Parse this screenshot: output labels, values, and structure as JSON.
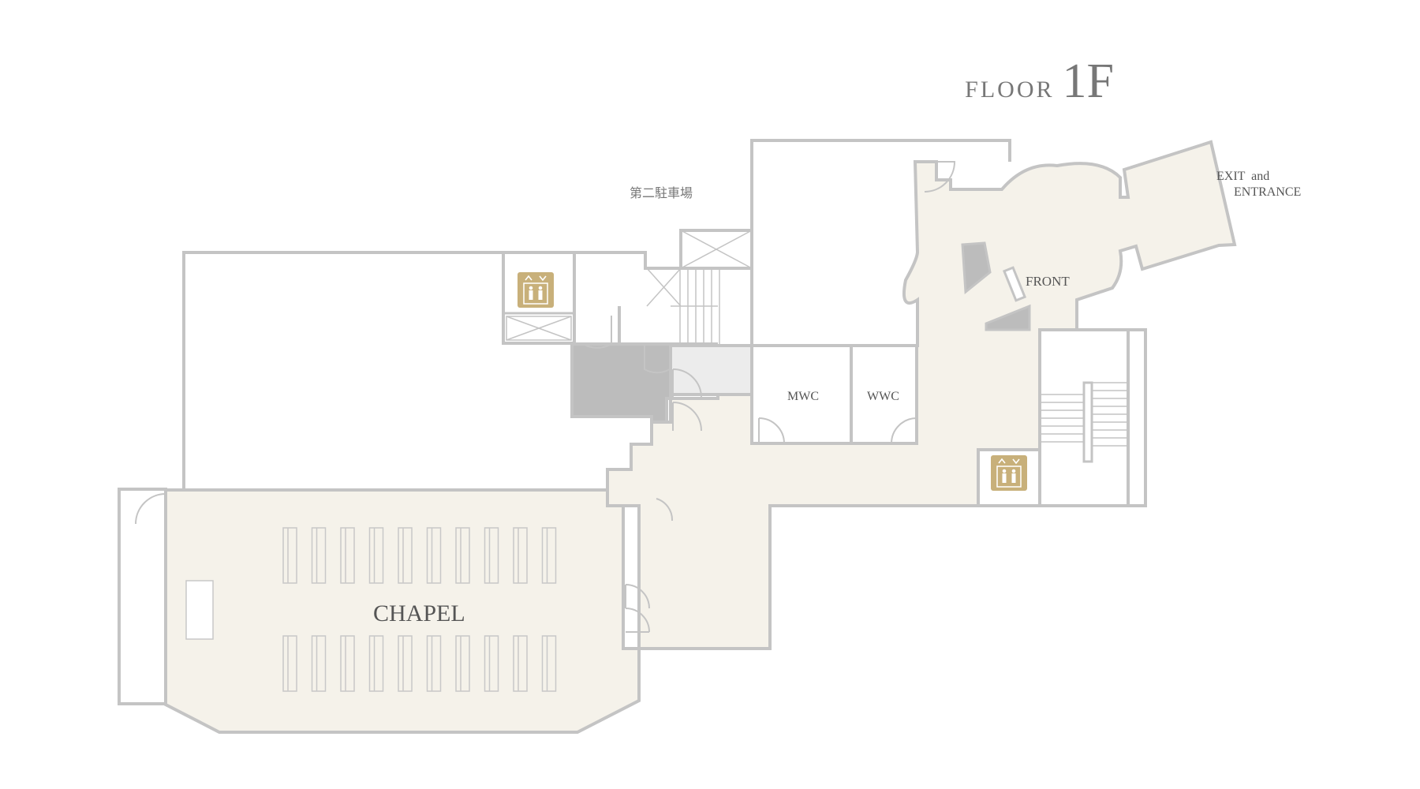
{
  "floor_label": {
    "word": "FLOOR",
    "number": "1F"
  },
  "labels": {
    "parking": "第二駐車場",
    "exit_line1": "EXIT  and",
    "exit_line2": "ENTRANCE",
    "front": "FRONT",
    "mwc": "MWC",
    "wwc": "WWC",
    "chapel": "CHAPEL"
  },
  "icons": {
    "elevator_upper": "elevator-icon",
    "elevator_lower": "elevator-icon"
  },
  "colors": {
    "wall": "#c4c4c4",
    "floor_fill": "#f5f2ea",
    "dark_fill": "#bcbcbc",
    "light_gray": "#ececec",
    "elevator": "#c8b07a",
    "text": "#555555",
    "pew": "#c8c8c8"
  }
}
